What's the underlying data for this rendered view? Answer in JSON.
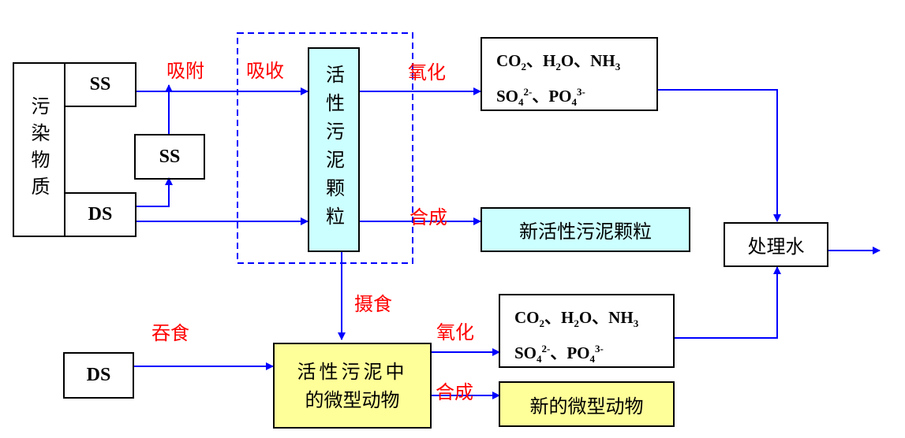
{
  "diagram": {
    "pollutant": "污染物质",
    "ss_top": "SS",
    "ss_mid": "SS",
    "ds_top": "DS",
    "ds_bottom": "DS",
    "sludge_particle": "活性污泥颗粒",
    "new_sludge": "新活性污泥颗粒",
    "treated_water": "处理水",
    "micro_animals_line1": "活性污泥中",
    "micro_animals_line2": "的微型动物",
    "new_micro_animals": "新的微型动物",
    "products": {
      "line1": [
        {
          "t": "CO"
        },
        {
          "sub": "2"
        },
        {
          "t": "、H"
        },
        {
          "sub": "2"
        },
        {
          "t": "O、NH"
        },
        {
          "sub": "3"
        }
      ],
      "line2": [
        {
          "t": "SO"
        },
        {
          "sub": "4"
        },
        {
          "sup": "2-"
        },
        {
          "t": "、PO"
        },
        {
          "sub": "4"
        },
        {
          "sup": "3-"
        }
      ]
    },
    "labels": {
      "adsorb": "吸附",
      "absorb": "吸收",
      "oxidize_top": "氧化",
      "synth_top": "合成",
      "ingest": "摄食",
      "swallow": "吞食",
      "oxidize_bottom": "氧化",
      "synth_bottom": "合成"
    },
    "colors": {
      "arrow": "#0000ff",
      "label": "#ff0000",
      "cyan_fill": "#ccffff",
      "yellow_fill": "#ffff99"
    }
  }
}
